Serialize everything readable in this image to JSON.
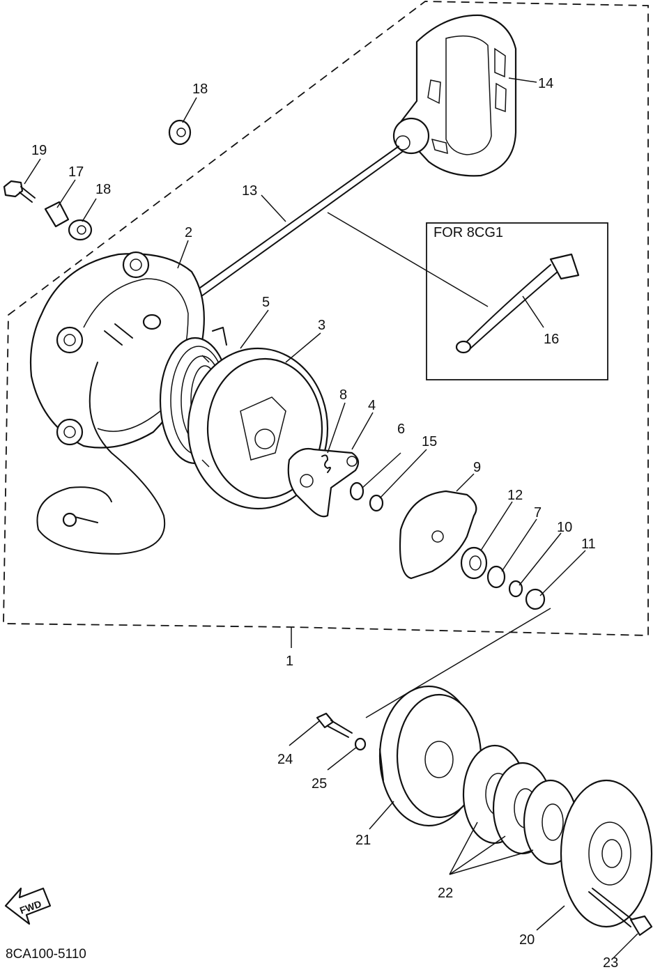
{
  "diagram": {
    "inset_label": "FOR 8CG1",
    "direction_label": "FWD",
    "drawing_code": "8CA100-5110",
    "callouts": {
      "c1": "1",
      "c2": "2",
      "c3": "3",
      "c4": "4",
      "c5": "5",
      "c6": "6",
      "c7": "7",
      "c8": "8",
      "c9": "9",
      "c10": "10",
      "c11": "11",
      "c12": "12",
      "c13": "13",
      "c14": "14",
      "c15": "15",
      "c16": "16",
      "c17": "17",
      "c18a": "18",
      "c18b": "18",
      "c19": "19",
      "c20": "20",
      "c21": "21",
      "c22": "22",
      "c23": "23",
      "c24": "24",
      "c25": "25"
    }
  }
}
